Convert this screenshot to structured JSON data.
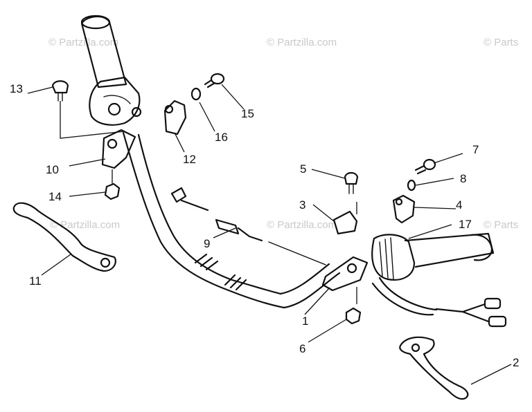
{
  "watermarks": [
    "© Partzilla.com",
    "© Partzilla.com",
    "© Parts",
    "© Partzilla.com",
    "© Partzilla.com",
    "© Parts"
  ],
  "callouts": [
    "1",
    "2",
    "3",
    "4",
    "5",
    "6",
    "7",
    "8",
    "9",
    "10",
    "11",
    "12",
    "13",
    "14",
    "15",
    "16",
    "17"
  ]
}
